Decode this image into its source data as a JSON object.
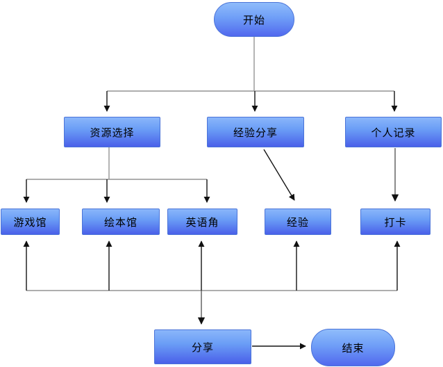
{
  "diagram": {
    "type": "flowchart",
    "background_color": "#ffffff",
    "nodes": [
      {
        "id": "start",
        "label": "开始",
        "shape": "terminal"
      },
      {
        "id": "resource-selection",
        "label": "资源选择",
        "shape": "process"
      },
      {
        "id": "experience-sharing",
        "label": "经验分享",
        "shape": "process"
      },
      {
        "id": "personal-record",
        "label": "个人记录",
        "shape": "process"
      },
      {
        "id": "game-hall",
        "label": "游戏馆",
        "shape": "process"
      },
      {
        "id": "picture-book-hall",
        "label": "绘本馆",
        "shape": "process"
      },
      {
        "id": "english-corner",
        "label": "英语角",
        "shape": "process"
      },
      {
        "id": "experience",
        "label": "经验",
        "shape": "process"
      },
      {
        "id": "check-in",
        "label": "打卡",
        "shape": "process"
      },
      {
        "id": "share",
        "label": "分享",
        "shape": "process"
      },
      {
        "id": "end",
        "label": "结束",
        "shape": "terminal"
      }
    ],
    "edges": [
      {
        "from": "开始",
        "to": "资源选择",
        "arrow": true
      },
      {
        "from": "开始",
        "to": "经验分享",
        "arrow": true
      },
      {
        "from": "开始",
        "to": "个人记录",
        "arrow": true
      },
      {
        "from": "资源选择",
        "to": "游戏馆",
        "arrow": true
      },
      {
        "from": "资源选择",
        "to": "绘本馆",
        "arrow": true
      },
      {
        "from": "资源选择",
        "to": "英语角",
        "arrow": true
      },
      {
        "from": "经验分享",
        "to": "经验",
        "arrow": true,
        "style": "diagonal"
      },
      {
        "from": "个人记录",
        "to": "打卡",
        "arrow": true
      },
      {
        "from": "分享",
        "to": "结束",
        "arrow": true
      }
    ],
    "bottom_bus": {
      "description": "horizontal connector line with arrowheads pointing up into 游戏馆, 绘本馆, 英语角, 经验, 打卡 and down into 分享",
      "connects": [
        "游戏馆",
        "绘本馆",
        "英语角",
        "经验",
        "打卡",
        "分享"
      ]
    },
    "colors": {
      "node_gradient_top": "#8ab6fa",
      "node_gradient_bottom": "#4a60e9",
      "node_border": "#4a73d8",
      "line_gray": "#949494",
      "line_black": "#141414",
      "text": "#000000"
    }
  }
}
